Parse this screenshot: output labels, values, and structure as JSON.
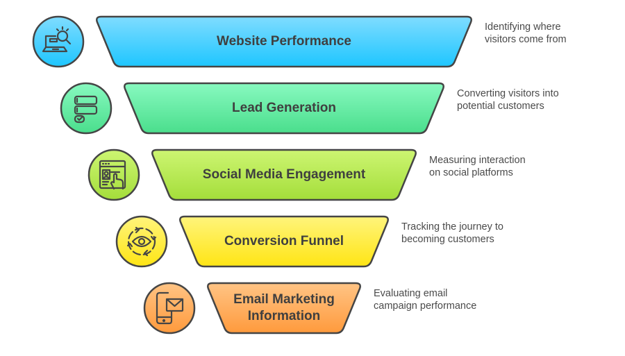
{
  "stages": [
    {
      "title": "Website Performance",
      "description_line1": "Identifying where",
      "description_line2": "visitors come from",
      "icon": "laptop-search-icon",
      "color_top": "#7fdcff",
      "color_bottom": "#1ec6ff"
    },
    {
      "title": "Lead Generation",
      "description_line1": "Converting visitors into",
      "description_line2": "potential customers",
      "icon": "form-checklist-icon",
      "color_top": "#88f9c0",
      "color_bottom": "#4ade8c"
    },
    {
      "title": "Social Media Engagement",
      "description_line1": "Measuring interaction",
      "description_line2": "on social platforms",
      "icon": "profile-tap-icon",
      "color_top": "#cdf572",
      "color_bottom": "#a4de3a"
    },
    {
      "title": "Conversion Funnel",
      "description_line1": "Tracking the journey to",
      "description_line2": "becoming customers",
      "icon": "eye-cycle-icon",
      "color_top": "#fff47c",
      "color_bottom": "#ffe514"
    },
    {
      "title": "Email Marketing Information",
      "description_line1": "Evaluating email",
      "description_line2": "campaign performance",
      "icon": "phone-mail-icon",
      "color_top": "#ffc485",
      "color_bottom": "#ff9a3c"
    }
  ]
}
